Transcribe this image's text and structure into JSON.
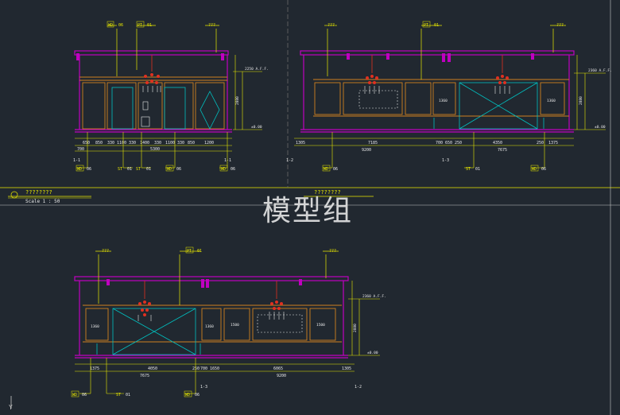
{
  "watermark": "模型组",
  "scale_title": "????????",
  "scale_text": "Scale 1 : 50",
  "colors": {
    "background": "#212830",
    "wall": "#c000c0",
    "dimension": "#e8e800",
    "panel": "#d08020",
    "cabinet": "#00c0c0",
    "chandelier": "#e03020",
    "white": "#e8e8e8"
  },
  "elevations": [
    {
      "id": "elev-a",
      "top_tags": [
        {
          "code": "WD",
          "num": "06"
        },
        {
          "code": "PT",
          "num": "01"
        },
        {
          "code": "???",
          "num": ""
        }
      ],
      "bottom_tags": [
        {
          "code": "WD",
          "num": "06"
        },
        {
          "code": "ST",
          "num": "01"
        },
        {
          "code": "ST",
          "num": "01"
        },
        {
          "code": "WD",
          "num": "06"
        },
        {
          "code": "WD",
          "num": "06"
        }
      ],
      "dims_top": [
        "650",
        "850",
        "330",
        "1100",
        "330",
        "1400",
        "330",
        "1100",
        "330",
        "850",
        "1200"
      ],
      "dims_mid": [
        "700",
        "5300"
      ],
      "height_labels": [
        "2250 A.F.F.",
        "2880",
        "±0.00"
      ],
      "section_marks": [
        "1-1",
        "1-1"
      ]
    },
    {
      "id": "elev-b",
      "top_tags": [
        {
          "code": "???",
          "num": ""
        },
        {
          "code": "PT",
          "num": "01"
        },
        {
          "code": "???",
          "num": ""
        }
      ],
      "bottom_tags": [
        {
          "code": "WD",
          "num": "06"
        },
        {
          "code": "ST",
          "num": "01"
        },
        {
          "code": "WD",
          "num": "06"
        }
      ],
      "dims_top": [
        "1305",
        "7185",
        "700",
        "650",
        "250",
        "4350",
        "250",
        "1375"
      ],
      "dims_mid": [
        "9200",
        "7675"
      ],
      "panel_labels": [
        "1360",
        "1360"
      ],
      "height_labels": [
        "2360 A.F.F.",
        "2880",
        "±0.00"
      ],
      "section_marks": [
        "1-2",
        "1-3"
      ]
    },
    {
      "id": "elev-c",
      "top_tags": [
        {
          "code": "???",
          "num": ""
        },
        {
          "code": "PT",
          "num": "01"
        },
        {
          "code": "???",
          "num": ""
        }
      ],
      "bottom_tags": [
        {
          "code": "WD",
          "num": "06"
        },
        {
          "code": "ST",
          "num": "01"
        },
        {
          "code": "WD",
          "num": "06"
        }
      ],
      "dims_top": [
        "1375",
        "4050",
        "250",
        "700",
        "1650",
        "6065",
        "1305"
      ],
      "dims_mid": [
        "7675",
        "9200"
      ],
      "panel_labels": [
        "1360",
        "1360",
        "1500",
        "1500"
      ],
      "height_labels": [
        "2360 A.F.F.",
        "2880",
        "±0.00"
      ],
      "section_marks": [
        "1-3",
        "1-2"
      ]
    }
  ],
  "ucs_label": "Y"
}
